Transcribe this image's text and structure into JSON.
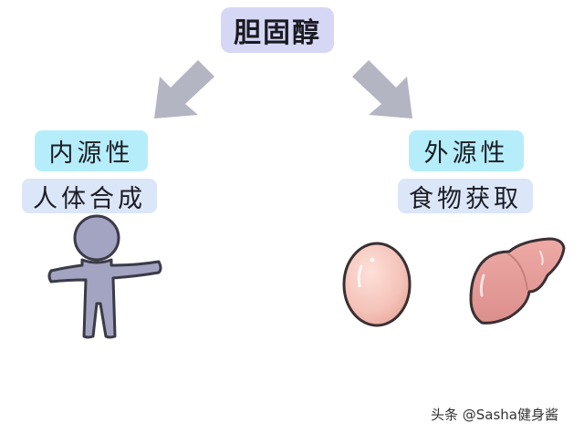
{
  "title": "胆固醇",
  "left": {
    "category": "内源性",
    "description": "人体合成",
    "illustration": "human-figure"
  },
  "right": {
    "category": "外源性",
    "description": "食物获取",
    "illustrations": [
      "egg",
      "liver"
    ]
  },
  "watermark": "头条 @Sasha健身酱",
  "colors": {
    "title_bg": "#d6d7f5",
    "category_bg": "#b5eefa",
    "description_bg": "#dbe6f8",
    "arrow": "#b4b5c3",
    "figure": "#a3a3c2",
    "food": "#f0b8b0"
  }
}
